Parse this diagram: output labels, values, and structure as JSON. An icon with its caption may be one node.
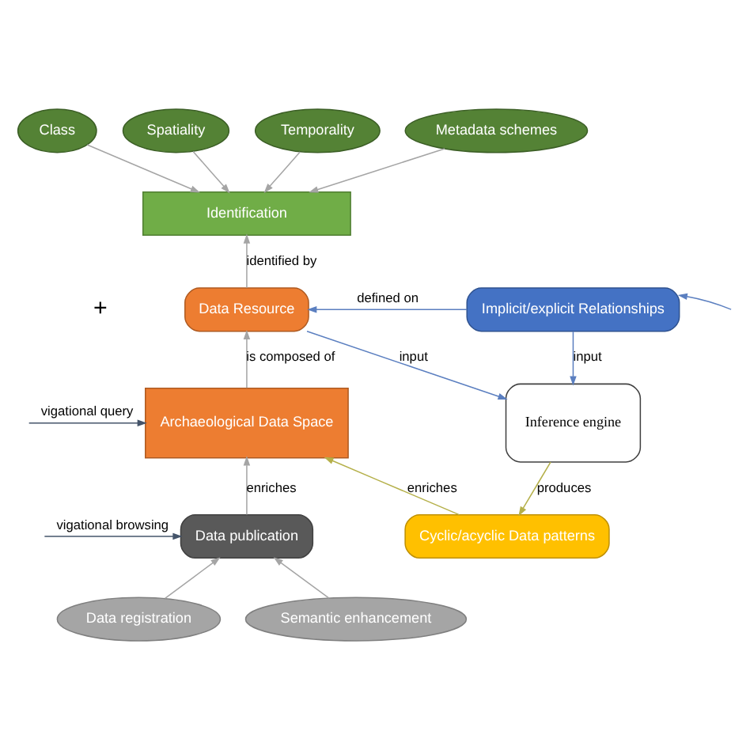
{
  "diagram": {
    "nodes": [
      {
        "text": [
          "Class"
        ]
      },
      {
        "text": [
          "Spatiality"
        ]
      },
      {
        "text": [
          "Temporality"
        ]
      },
      {
        "text": [
          "Metadata schemes"
        ]
      },
      {
        "text": [
          "Identification"
        ]
      },
      {
        "text": [
          "Data Resource"
        ]
      },
      {
        "text": [
          "Implicit/explicit Relationships"
        ]
      },
      {
        "text": [
          "Archaeological Data Space"
        ]
      },
      {
        "text": [
          "Inference engine"
        ]
      },
      {
        "text": [
          "Data publication"
        ]
      },
      {
        "text": [
          "Cyclic/acyclic Data patterns"
        ]
      },
      {
        "text": [
          "Data registration"
        ]
      },
      {
        "text": [
          "Semantic enhancement"
        ]
      }
    ],
    "edges": [
      {
        "from": 0,
        "to": 4,
        "arrow": "to"
      },
      {
        "from": 1,
        "to": 4,
        "arrow": "to"
      },
      {
        "from": 2,
        "to": 4,
        "arrow": "to"
      },
      {
        "from": 3,
        "to": 4,
        "arrow": "to"
      },
      {
        "from": 5,
        "to": 4,
        "arrow": "to",
        "label": "identified by"
      },
      {
        "from": 6,
        "to": 5,
        "arrow": "to",
        "label": "defined on",
        "color": "#5b7fc0"
      },
      {
        "from": null,
        "to": 6,
        "arrow": "to",
        "color": "#5b7fc0"
      },
      {
        "from": 7,
        "to": 5,
        "arrow": "to",
        "label": "is composed of"
      },
      {
        "from": 5,
        "to": 8,
        "arrow": "to",
        "label": "input",
        "color": "#5b7fc0"
      },
      {
        "from": 6,
        "to": 8,
        "arrow": "to",
        "label": "input",
        "color": "#5b7fc0"
      },
      {
        "from": null,
        "to": 7,
        "arrow": "to",
        "label": "vigational query",
        "color": "#44546a"
      },
      {
        "from": 9,
        "to": 7,
        "arrow": "to",
        "label": "enriches"
      },
      {
        "from": null,
        "to": 9,
        "arrow": "to",
        "label": "vigational browsing",
        "color": "#44546a"
      },
      {
        "from": 10,
        "to": 7,
        "arrow": "to",
        "label": "enriches",
        "color": "#b5b04a"
      },
      {
        "from": 8,
        "to": 10,
        "arrow": "to",
        "label": "produces",
        "color": "#b5b04a"
      },
      {
        "from": 11,
        "to": 9,
        "arrow": "to"
      },
      {
        "from": 12,
        "to": 9,
        "arrow": "to"
      }
    ],
    "labels": [
      "+"
    ]
  }
}
